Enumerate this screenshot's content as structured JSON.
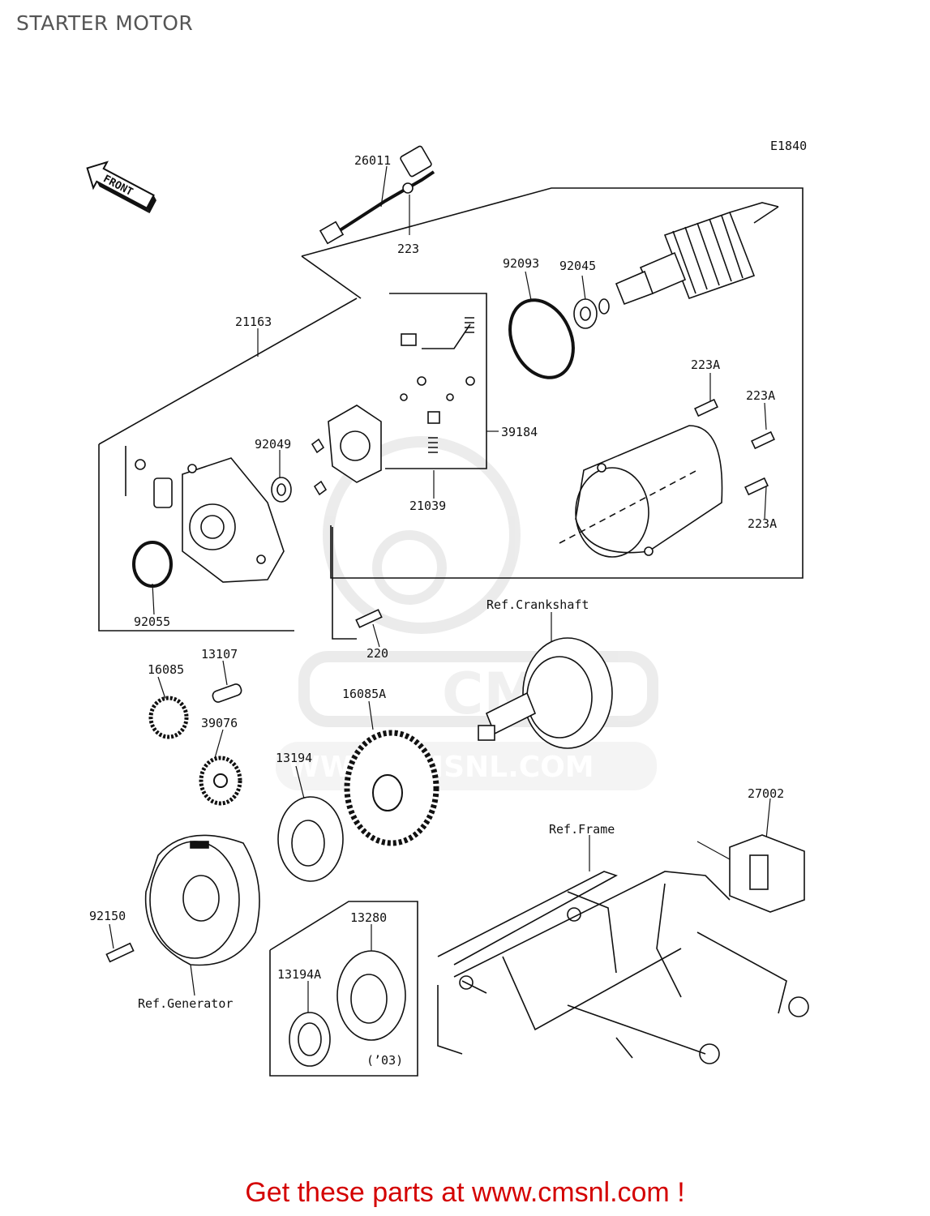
{
  "header": {
    "title": "STARTER MOTOR"
  },
  "diagram_code": "E1840",
  "front_label": "FRONT",
  "watermark": {
    "brand": "CMS",
    "url": "WWW.CMSNL.COM"
  },
  "part_labels": {
    "p26011": "26011",
    "p223": "223",
    "p92093": "92093",
    "p92045": "92045",
    "p21163": "21163",
    "p223A_1": "223A",
    "p223A_2": "223A",
    "p223A_3": "223A",
    "p92049": "92049",
    "p39184": "39184",
    "p21039": "21039",
    "p92055": "92055",
    "p220": "220",
    "p16085": "16085",
    "p13107": "13107",
    "p39076": "39076",
    "p13194": "13194",
    "p16085A": "16085A",
    "p27002": "27002",
    "p92150": "92150",
    "p13280": "13280",
    "p13194A": "13194A",
    "p03": "(’03)"
  },
  "ref_labels": {
    "crankshaft": "Ref.Crankshaft",
    "frame": "Ref.Frame",
    "generator": "Ref.Generator"
  },
  "footer": {
    "promo": "Get these parts at www.cmsnl.com !"
  },
  "colors": {
    "promo": "#d40000",
    "line": "#111111",
    "watermark": "#e6e6e6"
  }
}
